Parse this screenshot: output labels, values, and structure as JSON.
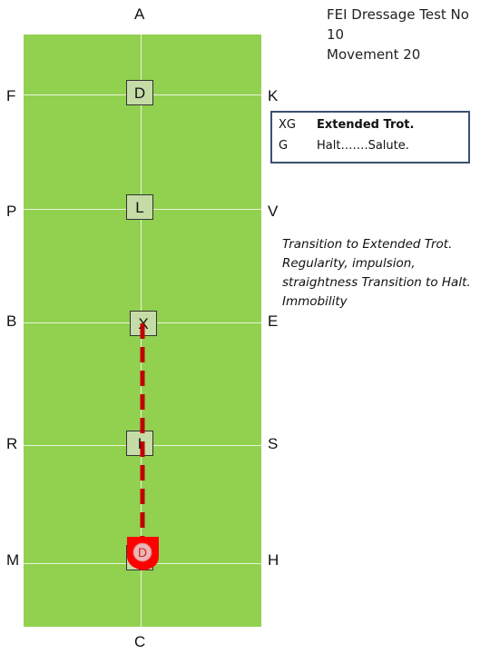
{
  "header": {
    "title_line1": "FEI Dressage Test No 10",
    "title_line2": "Movement 20"
  },
  "arena": {
    "end_letters": {
      "top": "A",
      "bottom": "C"
    },
    "left_letters": [
      "F",
      "P",
      "B",
      "R",
      "M"
    ],
    "right_letters": [
      "K",
      "V",
      "E",
      "S",
      "H"
    ],
    "centerline_markers": [
      "D",
      "L",
      "X",
      "I"
    ]
  },
  "movements": [
    {
      "code": "XG",
      "description": "Extended Trot."
    },
    {
      "code": "G",
      "description": "Halt…….Salute."
    }
  ],
  "directives": "Transition to Extended Trot. Regularity, impulsion, straightness Transition to Halt. Immobility",
  "horse_marker": {
    "label": "D"
  },
  "colors": {
    "arena": "#92d050",
    "marker": "#c5dca6",
    "path": "#c00000",
    "horse": "#ff0000",
    "box_border": "#3a5070"
  }
}
